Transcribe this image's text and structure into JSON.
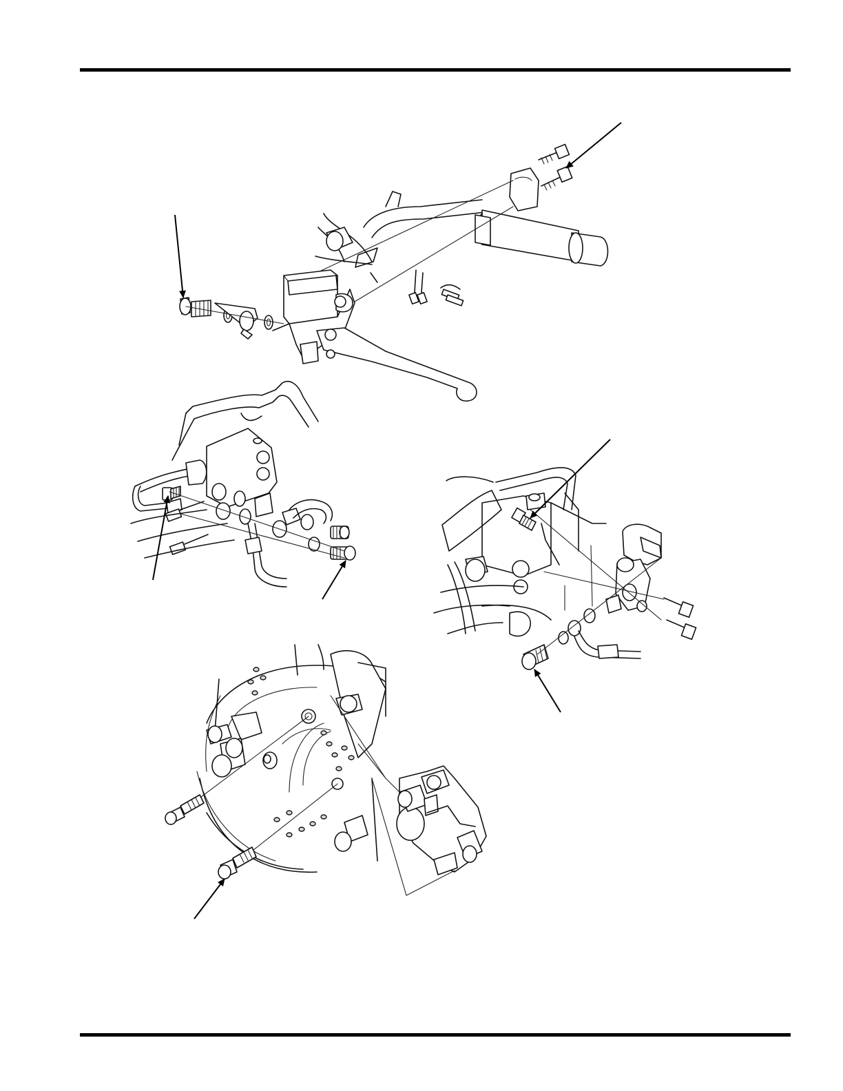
{
  "page": {
    "header_rule": true,
    "footer_rule": true
  },
  "figures": [
    {
      "id": "handlebar-master-cylinder",
      "icon": "master-cylinder-exploded-view"
    },
    {
      "id": "brake-hose-joint-left",
      "icon": "hose-joint-exploded-view"
    },
    {
      "id": "brake-hose-joint-right",
      "icon": "hose-joint-exploded-view"
    },
    {
      "id": "brake-caliper-mount",
      "icon": "caliper-exploded-view"
    }
  ],
  "colors": {
    "ink": "#111111",
    "paper": "#ffffff",
    "shade": "#d8d8d8"
  }
}
